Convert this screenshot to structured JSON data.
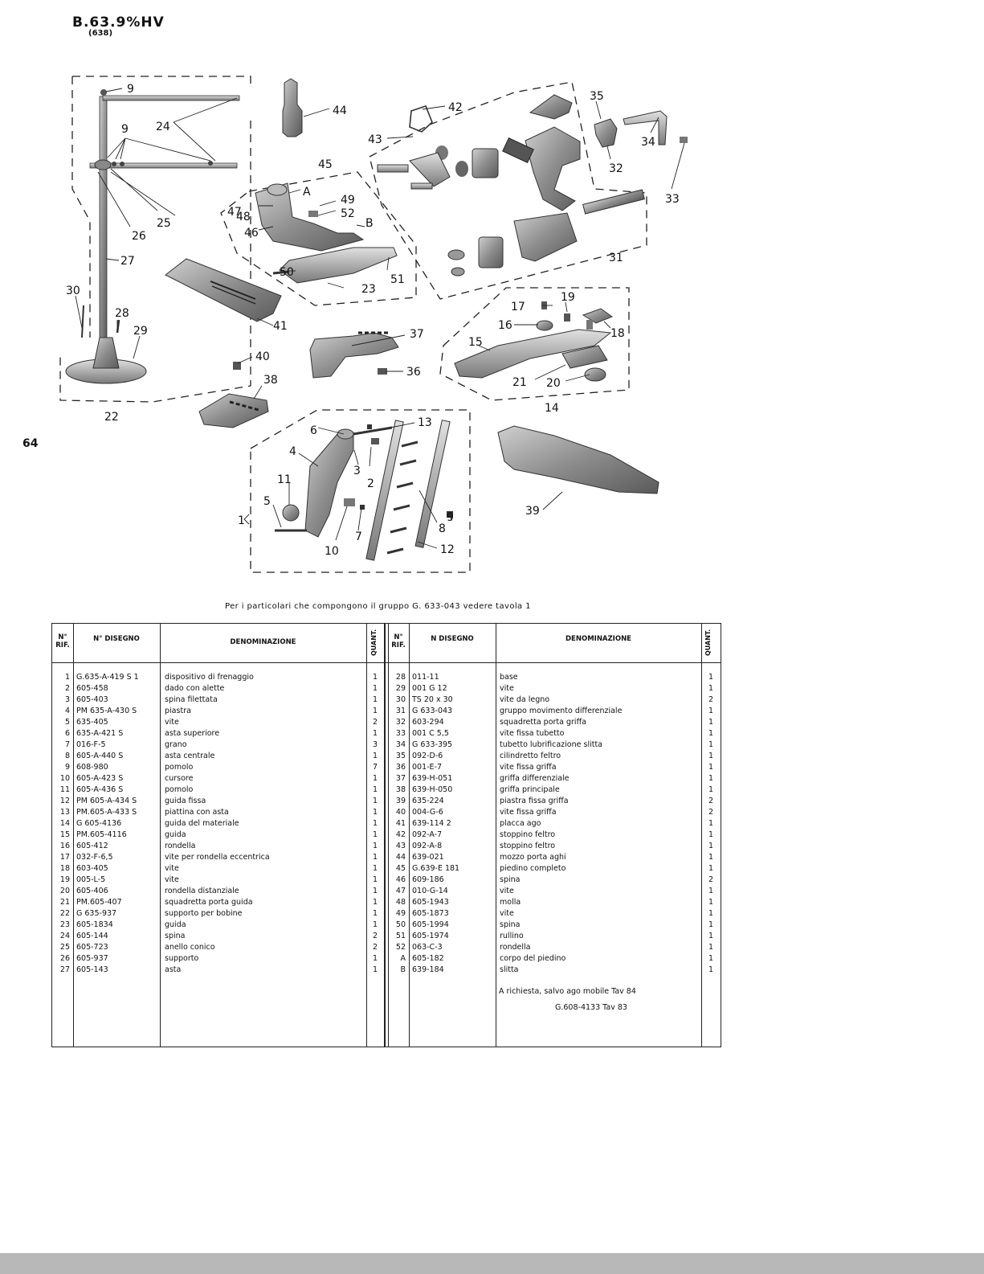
{
  "header": {
    "model": "B.63.9%HV",
    "sub": "(638)"
  },
  "page_number": "64",
  "diagram_labels": {
    "g9a": "9",
    "g24": "24",
    "g9b": "9",
    "g25": "25",
    "g26": "26",
    "g27": "27",
    "g30": "30",
    "g28": "28",
    "g29": "29",
    "g22": "22",
    "g44": "44",
    "g45": "45",
    "gA": "A",
    "g47": "47",
    "g48": "48",
    "g49": "49",
    "g52": "52",
    "gB": "B",
    "g46": "46",
    "g50": "50",
    "g51": "51",
    "g23": "23",
    "g41": "41",
    "g42": "42",
    "g43": "43",
    "g35": "35",
    "g34": "34",
    "g32": "32",
    "g33": "33",
    "g31": "31",
    "g17": "17",
    "g19": "19",
    "g16": "16",
    "g18": "18",
    "g15": "15",
    "g21": "21",
    "g20": "20",
    "g14": "14",
    "g37": "37",
    "g36": "36",
    "g40": "40",
    "g38": "38",
    "g6": "6",
    "g13": "13",
    "g4": "4",
    "g3": "3",
    "g2": "2",
    "g11": "11",
    "g5": "5",
    "g1": "1",
    "g7": "7",
    "g8": "8",
    "g9c": "9",
    "g10": "10",
    "g12": "12",
    "g39": "39"
  },
  "group_note": "Per i particolari che compongono il gruppo G. 633-043 vedere tavola 1",
  "table": {
    "headers": {
      "rif": "N° RIF.",
      "disegno": "N° DISEGNO",
      "denominazione": "DENOMINAZIONE",
      "quant": "QUANT.",
      "rif2": "N° RIF.",
      "disegno2": "N DISEGNO",
      "denominazione2": "DENOMINAZIONE",
      "quant2": "QUANT."
    },
    "left": [
      {
        "rif": "1",
        "disegno": "G.635-A-419 S 1",
        "den": "dispositivo di frenaggio",
        "q": "1"
      },
      {
        "rif": "2",
        "disegno": "605-458",
        "den": "dado con alette",
        "q": "1"
      },
      {
        "rif": "3",
        "disegno": "605-403",
        "den": "spina filettata",
        "q": "1"
      },
      {
        "rif": "4",
        "disegno": "PM 635-A-430  S",
        "den": "piastra",
        "q": "1"
      },
      {
        "rif": "5",
        "disegno": "635-405",
        "den": "vite",
        "q": "2"
      },
      {
        "rif": "6",
        "disegno": "635-A-421  S",
        "den": "asta superiore",
        "q": "1"
      },
      {
        "rif": "7",
        "disegno": "016-F-5",
        "den": "grano",
        "q": "3"
      },
      {
        "rif": "8",
        "disegno": "605-A-440  S",
        "den": "asta centrale",
        "q": "1"
      },
      {
        "rif": "9",
        "disegno": "608-980",
        "den": "pomolo",
        "q": "7"
      },
      {
        "rif": "10",
        "disegno": "605-A-423  S",
        "den": "cursore",
        "q": "1"
      },
      {
        "rif": "11",
        "disegno": "605-A-436  S",
        "den": "pomolo",
        "q": "1"
      },
      {
        "rif": "12",
        "disegno": "PM 605-A-434  S",
        "den": "guida fissa",
        "q": "1"
      },
      {
        "rif": "13",
        "disegno": "PM.605-A-433  S",
        "den": "piattina con asta",
        "q": "1"
      },
      {
        "rif": "14",
        "disegno": "G 605-4136",
        "den": "guida del materiale",
        "q": "1"
      },
      {
        "rif": "15",
        "disegno": "PM.605-4116",
        "den": "guida",
        "q": "1"
      },
      {
        "rif": "16",
        "disegno": "605-412",
        "den": "rondella",
        "q": "1"
      },
      {
        "rif": "17",
        "disegno": "032-F-6,5",
        "den": "vite per rondella eccentrica",
        "q": "1"
      },
      {
        "rif": "18",
        "disegno": "603-405",
        "den": "vite",
        "q": "1"
      },
      {
        "rif": "19",
        "disegno": "005-L-5",
        "den": "vite",
        "q": "1"
      },
      {
        "rif": "20",
        "disegno": "605-406",
        "den": "rondella distanziale",
        "q": "1"
      },
      {
        "rif": "21",
        "disegno": "PM.605-407",
        "den": "squadretta porta guida",
        "q": "1"
      },
      {
        "rif": "22",
        "disegno": "G 635-937",
        "den": "supporto per bobine",
        "q": "1"
      },
      {
        "rif": "23",
        "disegno": "605-1834",
        "den": "guida",
        "q": "1"
      },
      {
        "rif": "24",
        "disegno": "605-144",
        "den": "spina",
        "q": "2"
      },
      {
        "rif": "25",
        "disegno": "605-723",
        "den": "anello conico",
        "q": "2"
      },
      {
        "rif": "26",
        "disegno": "605-937",
        "den": "supporto",
        "q": "1"
      },
      {
        "rif": "27",
        "disegno": "605-143",
        "den": "asta",
        "q": "1"
      }
    ],
    "right": [
      {
        "rif": "28",
        "disegno": "011-11",
        "den": "base",
        "q": "1"
      },
      {
        "rif": "29",
        "disegno": "001 G 12",
        "den": "vite",
        "q": "1"
      },
      {
        "rif": "30",
        "disegno": "TS  20 x 30",
        "den": "vite da legno",
        "q": "2"
      },
      {
        "rif": "31",
        "disegno": "G 633-043",
        "den": "gruppo  movimento differenziale",
        "q": "1"
      },
      {
        "rif": "32",
        "disegno": "603-294",
        "den": "squadretta porta griffa",
        "q": "1"
      },
      {
        "rif": "33",
        "disegno": "001 C 5,5",
        "den": "vite fissa tubetto",
        "q": "1"
      },
      {
        "rif": "34",
        "disegno": "G 633-395",
        "den": "tubetto lubrificazione slitta",
        "q": "1"
      },
      {
        "rif": "35",
        "disegno": "092-D-6",
        "den": "cilindretto feltro",
        "q": "1"
      },
      {
        "rif": "36",
        "disegno": "001-E-7",
        "den": "vite fissa griffa",
        "q": "1"
      },
      {
        "rif": "37",
        "disegno": "639-H-051",
        "den": "griffa differenziale",
        "q": "1"
      },
      {
        "rif": "38",
        "disegno": "639-H-050",
        "den": "griffa principale",
        "q": "1"
      },
      {
        "rif": "39",
        "disegno": "635-224",
        "den": "piastra fissa griffa",
        "q": "2"
      },
      {
        "rif": "40",
        "disegno": "004-G-6",
        "den": "vite fissa griffa",
        "q": "2"
      },
      {
        "rif": "41",
        "disegno": "639-114  2",
        "den": "placca ago",
        "q": "1"
      },
      {
        "rif": "42",
        "disegno": "092-A-7",
        "den": "stoppino feltro",
        "q": "1"
      },
      {
        "rif": "43",
        "disegno": "092-A-8",
        "den": "stoppino feltro",
        "q": "1"
      },
      {
        "rif": "44",
        "disegno": "639-021",
        "den": "mozzo porta aghi",
        "q": "1"
      },
      {
        "rif": "45",
        "disegno": "G.639-E 181",
        "den": "piedino completo",
        "q": "1"
      },
      {
        "rif": "46",
        "disegno": "609-186",
        "den": "spina",
        "q": "2"
      },
      {
        "rif": "47",
        "disegno": "010-G-14",
        "den": "vite",
        "q": "1"
      },
      {
        "rif": "48",
        "disegno": "605-1943",
        "den": "molla",
        "q": "1"
      },
      {
        "rif": "49",
        "disegno": "605-1873",
        "den": "vite",
        "q": "1"
      },
      {
        "rif": "50",
        "disegno": "605-1994",
        "den": "spina",
        "q": "1"
      },
      {
        "rif": "51",
        "disegno": "605-1974",
        "den": "rullino",
        "q": "1"
      },
      {
        "rif": "52",
        "disegno": "063-C-3",
        "den": "rondella",
        "q": "1"
      },
      {
        "rif": "A",
        "disegno": "605-182",
        "den": "corpo del piedino",
        "q": "1"
      },
      {
        "rif": "B",
        "disegno": "639-184",
        "den": "slitta",
        "q": "1"
      }
    ],
    "footnote_1": "A richiesta, salvo ago mobile  Tav  84",
    "footnote_2": "G.608-4133   Tav  83"
  }
}
